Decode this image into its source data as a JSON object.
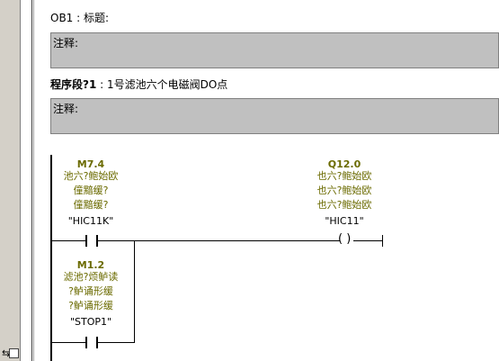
{
  "header": {
    "ob_title": "OB1 : 标题:"
  },
  "block_comment": {
    "label": "注释:"
  },
  "network": {
    "title_prefix": "程序段?1",
    "title_sep": " : ",
    "title_text": "1号滤池六个电磁阀DO点",
    "comment_label": "注释:"
  },
  "contacts": [
    {
      "address": "M7.4",
      "lines": [
        "池六?鲍始欧",
        "僮黯缓?",
        "僮黯缓?"
      ],
      "symbol": "\"HIC11K\""
    },
    {
      "address": "M1.2",
      "lines": [
        "滤池?烦鲈读",
        "?鲈诵形缓",
        "?鲈诵形缓"
      ],
      "symbol": "\"STOP1\""
    }
  ],
  "coil": {
    "address": "Q12.0",
    "lines": [
      "也六?鲍始欧",
      "也六?鲍始欧",
      "也六?鲍始欧"
    ],
    "symbol": "\"HIC11\"",
    "glyph": "( )"
  },
  "colors": {
    "address_color": "#6b6b00",
    "comment_bg": "#c0c0c0",
    "pane_bg": "#d4d0c8"
  },
  "icons": {
    "corner": "resize-grip-icon"
  }
}
